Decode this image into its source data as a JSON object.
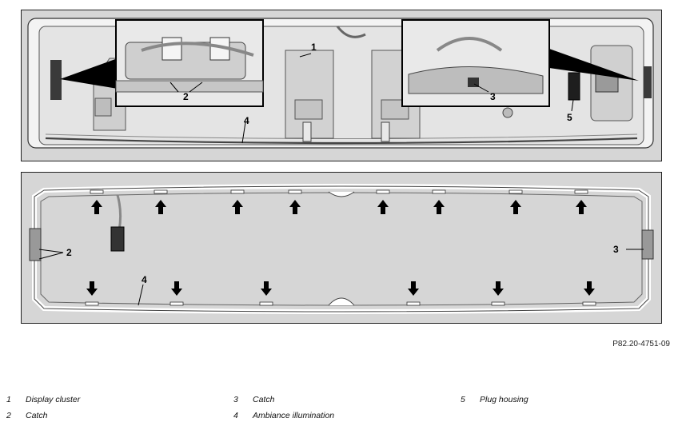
{
  "figure": {
    "reference": "P82.20-4751-09"
  },
  "callouts": {
    "top": [
      "1",
      "2",
      "3",
      "4",
      "5"
    ],
    "bottom": [
      "2",
      "3",
      "4"
    ]
  },
  "legend": [
    {
      "num": "1",
      "label": "Display cluster"
    },
    {
      "num": "2",
      "label": "Catch"
    },
    {
      "num": "3",
      "label": "Catch"
    },
    {
      "num": "4",
      "label": "Ambiance illumination"
    },
    {
      "num": "5",
      "label": "Plug housing"
    }
  ],
  "colors": {
    "panel_bg": "#d6d6d6",
    "frame": "#ffffff",
    "line": "#222222",
    "arrow": "#000000"
  }
}
